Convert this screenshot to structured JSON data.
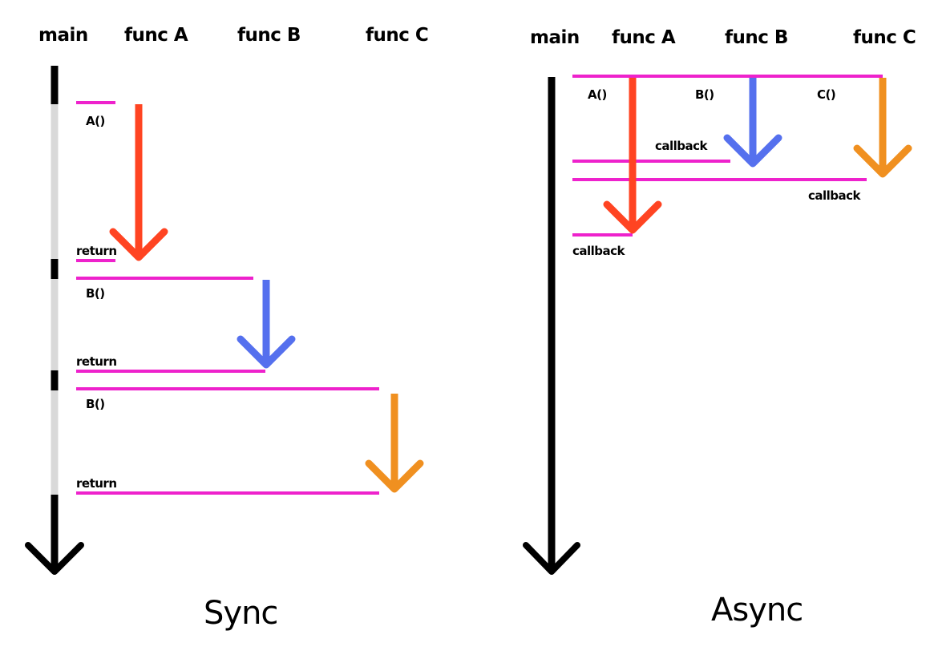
{
  "colors": {
    "main": "#000000",
    "idle": "#d9d9d9",
    "call": "#ee22cc",
    "func_a": "#ff4422",
    "func_b": "#5570ee",
    "func_c": "#f09020"
  },
  "sync": {
    "title": "Sync",
    "headers": {
      "main": "main",
      "a": "func A",
      "b": "func B",
      "c": "func C"
    },
    "labels": {
      "call_a": "A()",
      "return_a": "return",
      "call_b": "B()",
      "return_b": "return",
      "call_c": "B()",
      "return_c": "return"
    }
  },
  "async": {
    "title": "Async",
    "headers": {
      "main": "main",
      "a": "func A",
      "b": "func B",
      "c": "func C"
    },
    "labels": {
      "call_a": "A()",
      "call_b": "B()",
      "call_c": "C()",
      "callback_b": "callback",
      "callback_c": "callback",
      "callback_a": "callback"
    }
  }
}
